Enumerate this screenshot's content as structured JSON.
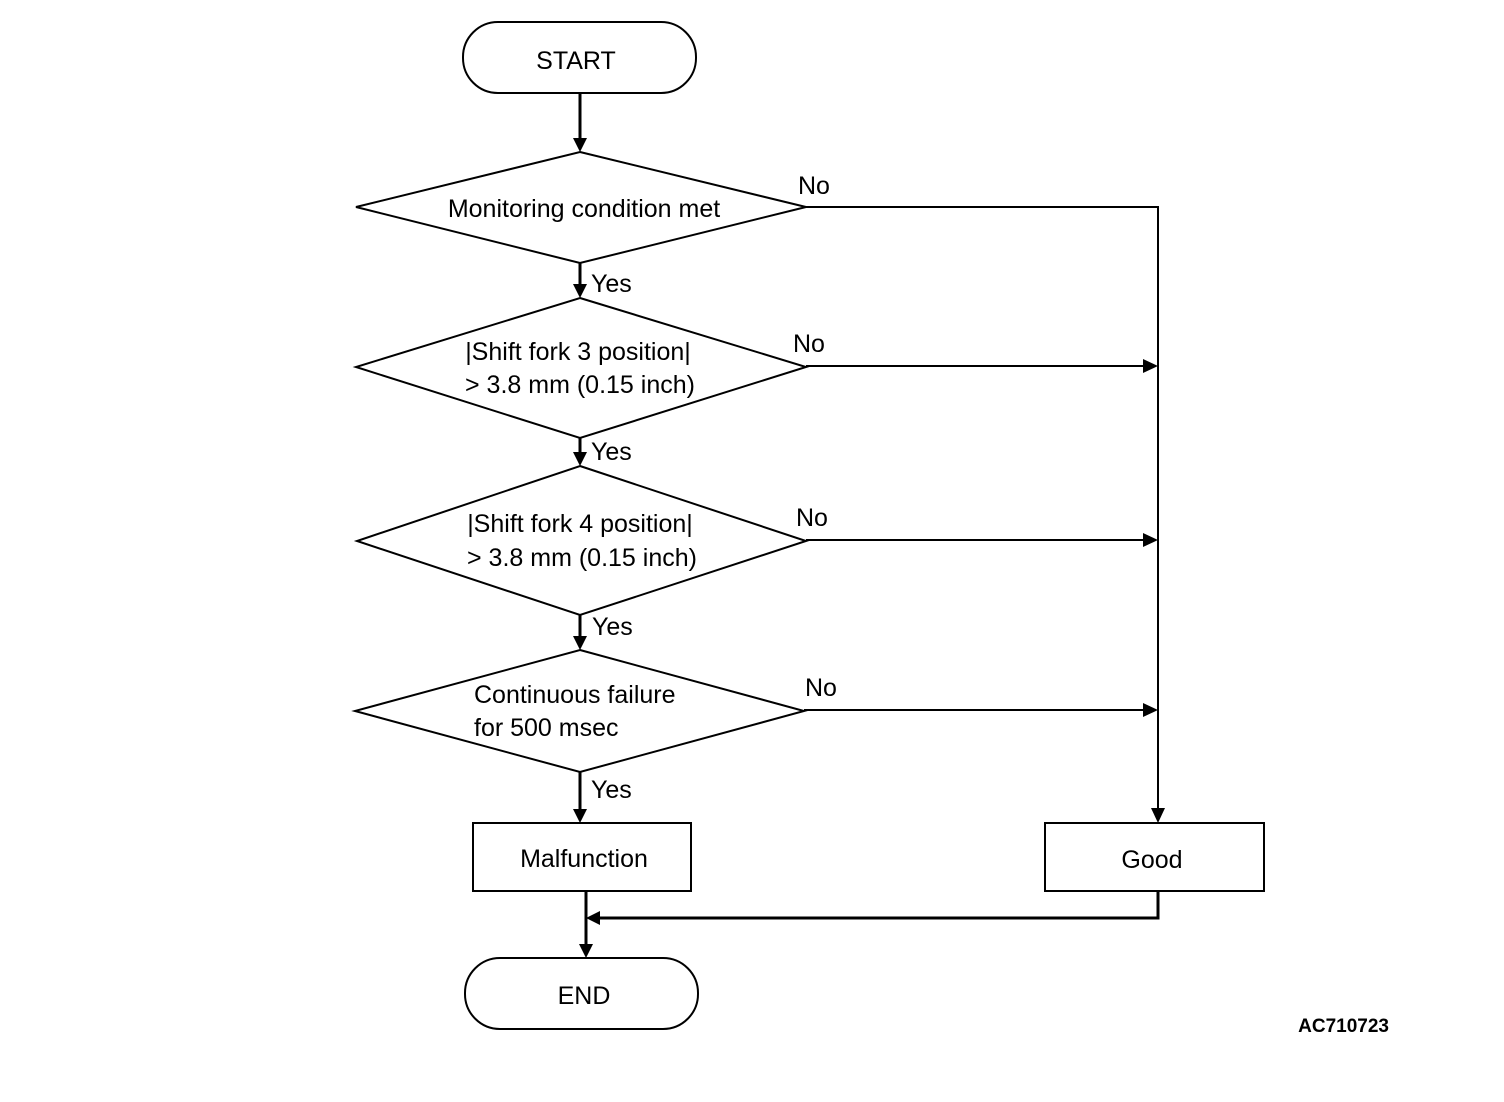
{
  "nodes": {
    "start": {
      "label": "START"
    },
    "decision1": {
      "line1": "Monitoring condition met"
    },
    "decision2": {
      "line1": "|Shift fork 3 position|",
      "line2": "> 3.8 mm (0.15 inch)"
    },
    "decision3": {
      "line1": "|Shift fork 4 position|",
      "line2": "> 3.8 mm (0.15 inch)"
    },
    "decision4": {
      "line1": "Continuous failure",
      "line2": "for 500 msec"
    },
    "malfunction": {
      "label": "Malfunction"
    },
    "good": {
      "label": "Good"
    },
    "end": {
      "label": "END"
    }
  },
  "edges": {
    "d1_yes": "Yes",
    "d1_no": "No",
    "d2_yes": "Yes",
    "d2_no": "No",
    "d3_yes": "Yes",
    "d3_no": "No",
    "d4_yes": "Yes",
    "d4_no": "No"
  },
  "figure_code": "AC710723"
}
